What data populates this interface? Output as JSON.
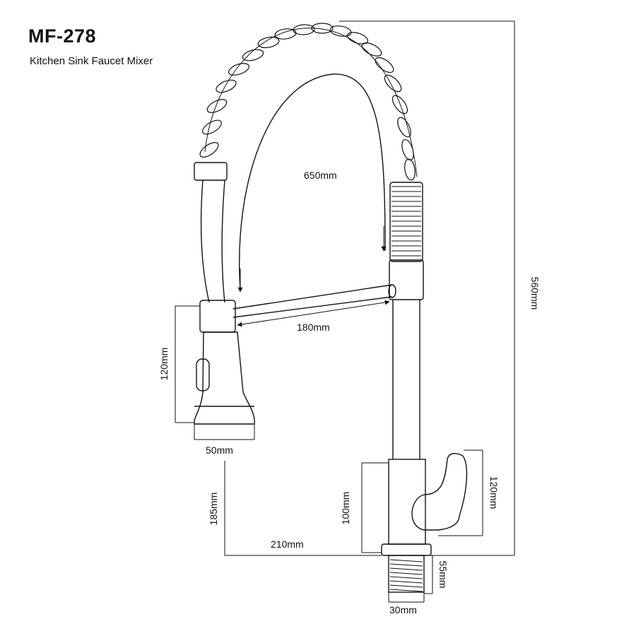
{
  "title": "MF-278",
  "subtitle": "Kitchen Sink Faucet Mixer",
  "dimensions": {
    "spring_arc": "650mm",
    "total_height": "560mm",
    "spout_reach": "180mm",
    "sprayer_height": "120mm",
    "sprayer_width": "50mm",
    "spray_to_deck": "185mm",
    "horizontal_reach": "210mm",
    "body_height": "100mm",
    "handle_height": "120mm",
    "thread_length": "55mm",
    "thread_diameter": "30mm"
  },
  "colors": {
    "line": "#111111",
    "background": "#ffffff"
  }
}
